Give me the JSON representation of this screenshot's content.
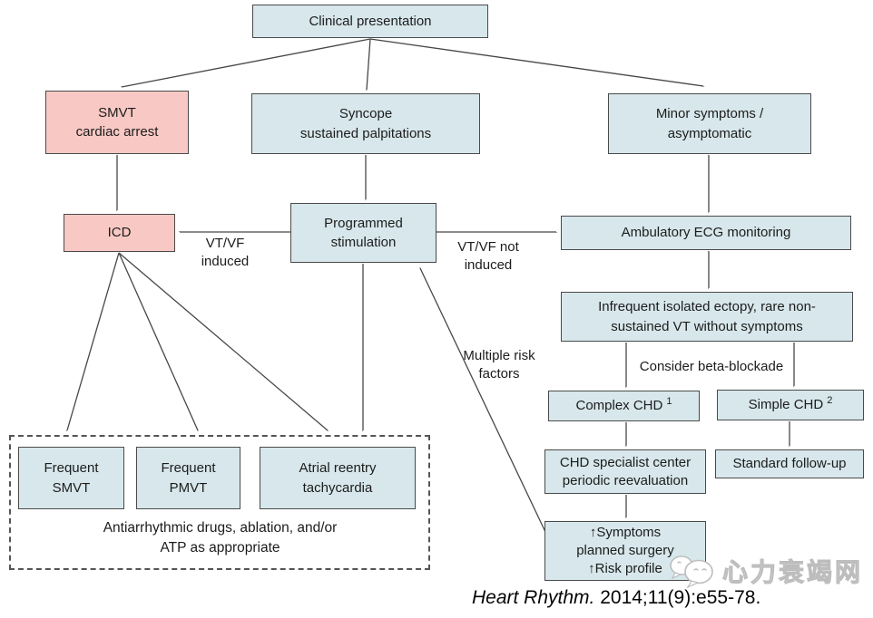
{
  "diagram": {
    "nodes": {
      "clinical": {
        "lines": [
          "Clinical presentation"
        ]
      },
      "smvt": {
        "lines": [
          "SMVT",
          "cardiac arrest"
        ]
      },
      "syncope": {
        "lines": [
          "Syncope",
          "sustained palpitations"
        ]
      },
      "minor": {
        "lines": [
          "Minor symptoms /",
          "asymptomatic"
        ]
      },
      "icd": {
        "lines": [
          "ICD"
        ]
      },
      "prog_stim": {
        "lines": [
          "Programmed",
          "stimulation"
        ]
      },
      "amb_ecg": {
        "lines": [
          "Ambulatory ECG monitoring"
        ]
      },
      "infrequent": {
        "lines": [
          "Infrequent isolated ectopy, rare non-",
          "sustained VT without symptoms"
        ]
      },
      "complex_chd": {
        "label": "Complex CHD",
        "sup": "1"
      },
      "simple_chd": {
        "label": "Simple CHD",
        "sup": "2"
      },
      "chd_specialist": {
        "lines": [
          "CHD specialist center",
          "periodic reevaluation"
        ]
      },
      "standard_followup": {
        "lines": [
          "Standard follow-up"
        ]
      },
      "symptoms": {
        "lines": [
          "↑Symptoms",
          "planned surgery",
          "↑Risk profile"
        ]
      },
      "freq_smvt": {
        "lines": [
          "Frequent",
          "SMVT"
        ]
      },
      "freq_pmvt": {
        "lines": [
          "Frequent",
          "PMVT"
        ]
      },
      "atrial": {
        "lines": [
          "Atrial reentry",
          "tachycardia"
        ]
      },
      "antiarrhythmic": {
        "lines": [
          "Antiarrhythmic drugs, ablation, and/or",
          "ATP as appropriate"
        ]
      }
    },
    "edge_labels": {
      "vt_vf_induced": {
        "lines": [
          "VT/VF",
          "induced"
        ]
      },
      "vt_vf_not_induced": {
        "lines": [
          "VT/VF not",
          "induced"
        ]
      },
      "multiple_risk": {
        "lines": [
          "Multiple risk",
          "factors"
        ]
      },
      "beta_blockade": {
        "lines": [
          "Consider beta-blockade"
        ]
      }
    },
    "citation": {
      "journal": "Heart Rhythm.",
      "reference": " 2014;11(9):e55-78."
    },
    "watermark": {
      "text": "心力衰竭网",
      "icon": "chat-bubbles-icon"
    },
    "colors": {
      "node_fill_blue": "#d7e7eb",
      "node_fill_pink": "#f8c9c4",
      "node_border": "#4a4a4a",
      "arrow": "#474747",
      "watermark_gray": "#bdbdbd"
    }
  }
}
